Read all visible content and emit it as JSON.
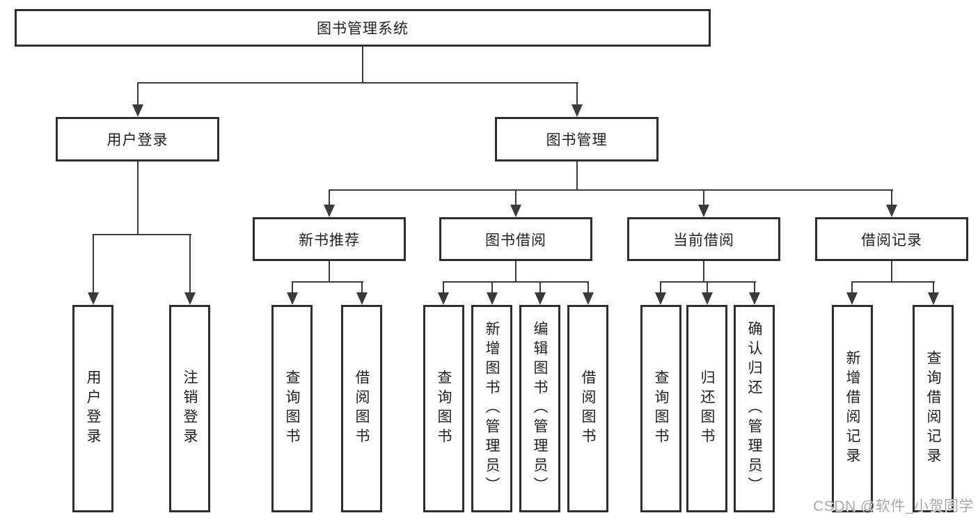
{
  "tree": {
    "root": {
      "label": "图书管理系统"
    },
    "level2": [
      {
        "label": "用户登录"
      },
      {
        "label": "图书管理"
      }
    ],
    "level3": [
      {
        "label": "新书推荐"
      },
      {
        "label": "图书借阅"
      },
      {
        "label": "当前借阅"
      },
      {
        "label": "借阅记录"
      }
    ],
    "leaves": {
      "user_login": [
        "用户登录",
        "注销登录"
      ],
      "new_book": [
        "查询图书",
        "借阅图书"
      ],
      "book_borrow": [
        "查询图书",
        "新增图书（管理员）",
        "编辑图书（管理员）",
        "借阅图书"
      ],
      "current_borrow": [
        "查询图书",
        "归还图书",
        "确认归还（管理员）"
      ],
      "borrow_record": [
        "新增借阅记录",
        "查询借阅记录"
      ]
    }
  },
  "watermark": "CSDN @软件_小贺同学",
  "colors": {
    "line": "#3a3a3a",
    "box_border": "#2e2e2e",
    "text": "#1f1f1f",
    "watermark_text": "#a8a8a8",
    "background": "#ffffff"
  }
}
